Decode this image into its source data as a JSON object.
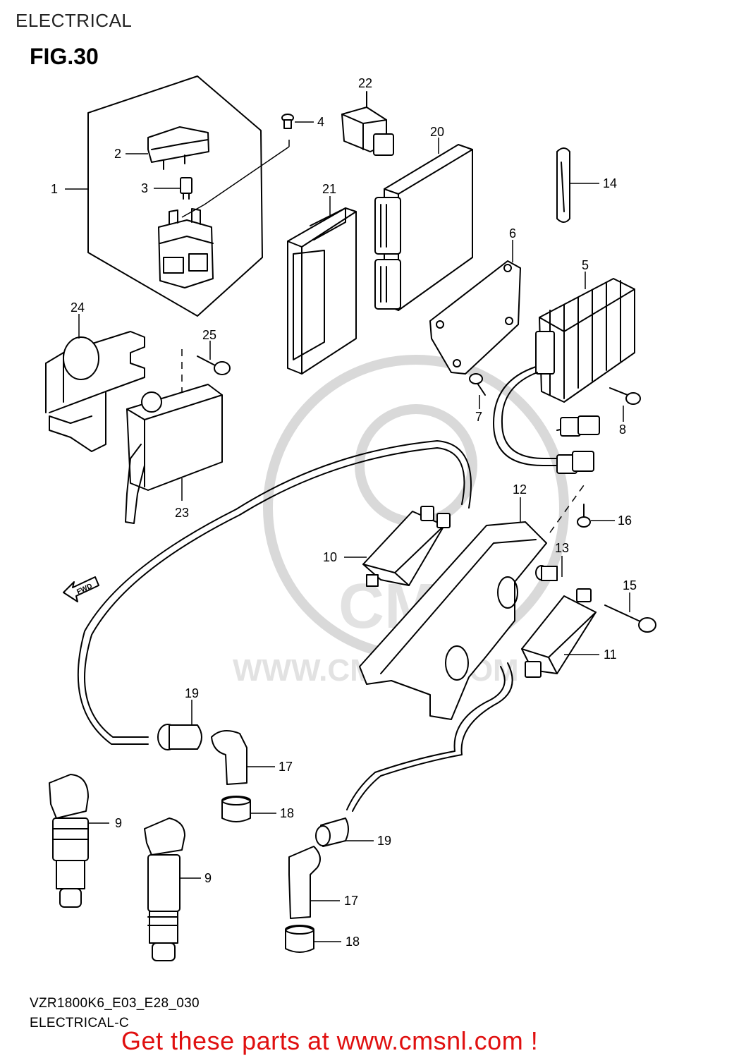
{
  "header": {
    "page_title": "ELECTRICAL",
    "figure_label": "FIG.30"
  },
  "watermark": {
    "text": "WWW.CMSNL.COM",
    "logo_text": "CMS"
  },
  "arrow_label": "FWD",
  "callouts": [
    {
      "id": "c1",
      "label": "1"
    },
    {
      "id": "c2",
      "label": "2"
    },
    {
      "id": "c3",
      "label": "3"
    },
    {
      "id": "c4",
      "label": "4"
    },
    {
      "id": "c5",
      "label": "5"
    },
    {
      "id": "c6",
      "label": "6"
    },
    {
      "id": "c7",
      "label": "7"
    },
    {
      "id": "c8",
      "label": "8"
    },
    {
      "id": "c9a",
      "label": "9"
    },
    {
      "id": "c9b",
      "label": "9"
    },
    {
      "id": "c10",
      "label": "10"
    },
    {
      "id": "c11",
      "label": "11"
    },
    {
      "id": "c12",
      "label": "12"
    },
    {
      "id": "c13",
      "label": "13"
    },
    {
      "id": "c14",
      "label": "14"
    },
    {
      "id": "c15",
      "label": "15"
    },
    {
      "id": "c16",
      "label": "16"
    },
    {
      "id": "c17a",
      "label": "17"
    },
    {
      "id": "c17b",
      "label": "17"
    },
    {
      "id": "c18a",
      "label": "18"
    },
    {
      "id": "c18b",
      "label": "18"
    },
    {
      "id": "c19a",
      "label": "19"
    },
    {
      "id": "c19b",
      "label": "19"
    },
    {
      "id": "c20",
      "label": "20"
    },
    {
      "id": "c21",
      "label": "21"
    },
    {
      "id": "c22",
      "label": "22"
    },
    {
      "id": "c23",
      "label": "23"
    },
    {
      "id": "c24",
      "label": "24"
    },
    {
      "id": "c25",
      "label": "25"
    }
  ],
  "footer": {
    "model_code": "VZR1800K6_E03_E28_030",
    "subtitle": "ELECTRICAL-C",
    "promo": "Get these parts at www.cmsnl.com !"
  },
  "colors": {
    "ink": "#000000",
    "promo_red": "#e01010",
    "watermark_gray": "#d9d9d9"
  }
}
